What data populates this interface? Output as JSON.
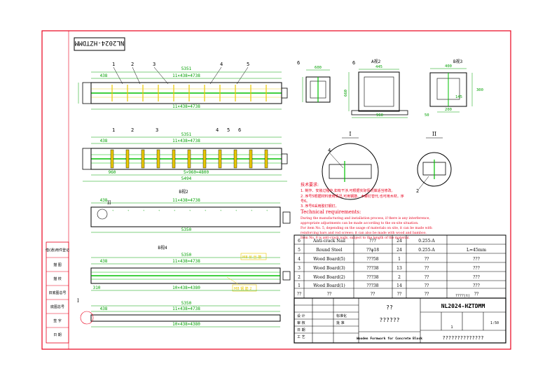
{
  "drawing_code": "NL2024-HZTDMM",
  "balloons_top": [
    "1",
    "2",
    "3",
    "4",
    "5"
  ],
  "balloons_mid": [
    "1",
    "2",
    "3",
    "4",
    "5",
    "6"
  ],
  "view_top": {
    "total": "5351",
    "left": "438",
    "spacing": "11×438=4738",
    "bottom": "11×438=4738"
  },
  "view_mid": {
    "total": "5351",
    "left": "438",
    "spacing": "11×438=4738",
    "bottom_a": "960",
    "bottom_b": "5×960=4800",
    "overall": "5494"
  },
  "view_b": {
    "label": "B视2",
    "total": "5350",
    "left": "438",
    "spacing": "11×438=4738",
    "marker": "II"
  },
  "view_c": {
    "label": "B视4",
    "total": "5350",
    "left": "438",
    "spacing": "11×438=4738",
    "bottom_a": "310",
    "bottom_b": "10×438=4380",
    "callout1": "M8 长 丝 筋",
    "callout2": "M8 钢 筋 2"
  },
  "view_d": {
    "total": "5350",
    "left": "438",
    "spacing": "11×438=4738",
    "bottom": "10×438=4380",
    "marker": "I"
  },
  "section_views": {
    "label_a": "6",
    "label_b": "6",
    "view_a": "A视2",
    "view_b": "B视3",
    "dims": [
      "600",
      "445",
      "660",
      "960",
      "400",
      "145",
      "300",
      "200",
      "50"
    ]
  },
  "detail_views": {
    "detail1_label": "I",
    "detail1_balloon": "4",
    "detail2_label": "II",
    "detail2_balloon": "2"
  },
  "tech_notes": {
    "cn_heading": "技术要求:",
    "cn_lines": [
      "1. 制作、安装过程中,如有干涉,可根据实际情况做适当修改。",
      "2. 序号5根据材料使用情况,可用钢筋、木螺钉替代,也可用木材。序",
      "   号6。",
      "3. 序号6采用胶钉钢钉。"
    ],
    "en_heading": "Technical requirements:",
    "en_lines": [
      "During the manufacturing and installation process, if there is any interference,",
      "appropriate adjustments can be made according to the on-site situation.",
      "For item No. 5, depending on the usage of materials on site, it can be made with",
      "reinforcing bars and rod screws; it can also be made with wood and bamboo.",
      "Item No. 6 is anti-crack nails, subject to the length of the material."
    ]
  },
  "bom": {
    "rows": [
      [
        "6",
        "Anti-crack Nail",
        "???",
        "24",
        "0.255-A",
        ""
      ],
      [
        "5",
        "Round Steel",
        "??φ18",
        "24",
        "0.255-A",
        "L=45mm"
      ],
      [
        "4",
        "Wood Board(5)",
        "???58",
        "1",
        "??",
        "???"
      ],
      [
        "3",
        "Wood Board(3)",
        "???38",
        "13",
        "??",
        "???"
      ],
      [
        "2",
        "Wood Board(2)",
        "???38",
        "2",
        "??",
        "???"
      ],
      [
        "1",
        "Wood Board(1)",
        "???38",
        "14",
        "??",
        "???"
      ]
    ],
    "header": [
      "??",
      "??",
      "??",
      "??",
      "??",
      "??"
    ],
    "header_sub": "????(t)"
  },
  "title_block": {
    "name_cn": "??",
    "name_sub": "??????",
    "name_en": "Wooden Formwork for Concrete Block",
    "code": "NL2024-HZTDMM",
    "scale": "1:50",
    "sheet": "1",
    "sign_labels": [
      "设 计",
      "审 核",
      "日 期",
      "工 艺",
      "标准化",
      "批 准"
    ],
    "company": "??????????????"
  },
  "left_strip": [
    "借(通)用件登记",
    "描 图",
    "描 校",
    "旧底图总号",
    "底图总号",
    "签 字",
    "日 期"
  ]
}
